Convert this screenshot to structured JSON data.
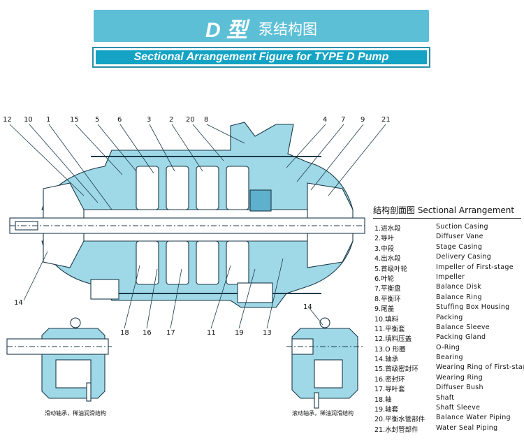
{
  "header": {
    "title_en": "D 型",
    "title_zh": "泵结构图",
    "subtitle": "Sectional Arrangement Figure for TYPE D  Pump"
  },
  "callouts_top": [
    "12",
    "10",
    "1",
    "15",
    "5",
    "6",
    "3",
    "2",
    "20",
    "8",
    "4",
    "7",
    "9",
    "21"
  ],
  "callouts_bottom": [
    "18",
    "16",
    "17",
    "11",
    "19",
    "13"
  ],
  "callout_left": "14",
  "callout_right": "14",
  "notes": {
    "left": "滑动轴承，稀油润滑结构",
    "right": "滚动轴承，稀油润滑结构"
  },
  "legend": {
    "heading": "结构剖面图 Sectional Arrangement",
    "items": [
      {
        "zh": "1.进水段",
        "en": "Suction Casing"
      },
      {
        "zh": "2.导叶",
        "en": "Diffuser Vane"
      },
      {
        "zh": "3.中段",
        "en": "Stage Casing"
      },
      {
        "zh": "4.出水段",
        "en": "Delivery Casing"
      },
      {
        "zh": "5.首级叶轮",
        "en": "Impeller of First-stage"
      },
      {
        "zh": "6.叶轮",
        "en": "Impeller"
      },
      {
        "zh": "7.平衡盘",
        "en": "Balance Disk"
      },
      {
        "zh": "8.平衡环",
        "en": "Balance Ring"
      },
      {
        "zh": "9.尾盖",
        "en": "Stuffing Box Housing"
      },
      {
        "zh": "10.填料",
        "en": "Packing"
      },
      {
        "zh": "11.平衡套",
        "en": "Balance Sleeve"
      },
      {
        "zh": "12.填料压盖",
        "en": "Packing Gland"
      },
      {
        "zh": "13.O 形圈",
        "en": "O-Ring"
      },
      {
        "zh": "14.轴承",
        "en": "Bearing"
      },
      {
        "zh": "15.首级密封环",
        "en": "Wearing Ring of First-stage"
      },
      {
        "zh": "16.密封环",
        "en": "Wearing Ring"
      },
      {
        "zh": "17.导叶套",
        "en": "Diffuser Bush"
      },
      {
        "zh": "18.轴",
        "en": "Shaft"
      },
      {
        "zh": "19.轴套",
        "en": "Shaft Sleeve"
      },
      {
        "zh": "20.平衡水管部件",
        "en": "Balance Water Piping"
      },
      {
        "zh": "21.水封管部件",
        "en": "Water Seal Piping"
      }
    ]
  },
  "colors": {
    "title_bg": "#5cbfd6",
    "subtitle_bg": "#14a3c4",
    "casing_fill": "#9fd8e6",
    "line": "#1b3a4a"
  }
}
